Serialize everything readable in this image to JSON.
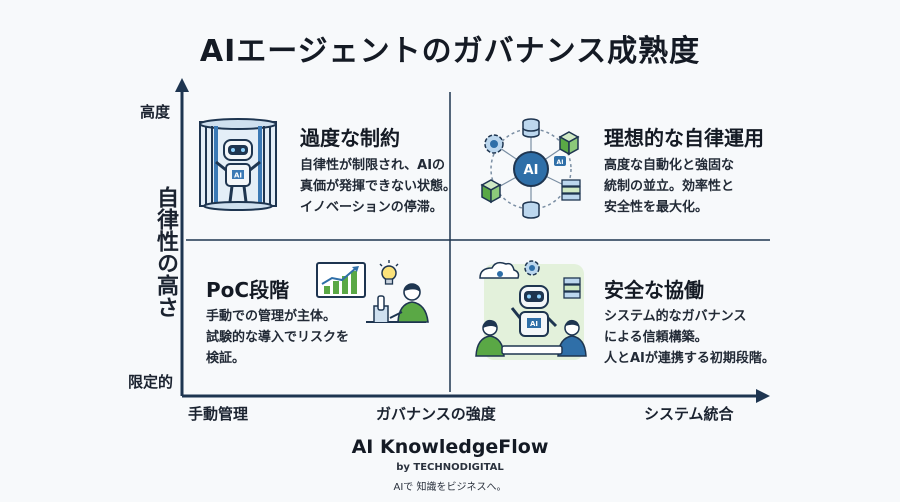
{
  "title": "AIエージェントのガバナンス成熟度",
  "y_axis": {
    "title": "自律性の高さ",
    "high": "高度",
    "low": "限定的"
  },
  "x_axis": {
    "title": "ガバナンスの強度",
    "left": "手動管理",
    "right": "システム統合"
  },
  "quadrants": {
    "top_left": {
      "title": "過度な制約",
      "text": "自律性が制限され、AIの\n真価が発揮できない状態。\nイノベーションの停滞。",
      "badge": "AI"
    },
    "top_right": {
      "title": "理想的な自律運用",
      "text": "高度な自動化と強固な\n統制の並立。効率性と\n安全性を最大化。",
      "badge": "AI",
      "node_badge": "AI"
    },
    "bottom_left": {
      "title": "PoC段階",
      "text": "手動での管理が主体。\n試験的な導入でリスクを\n検証。"
    },
    "bottom_right": {
      "title": "安全な協働",
      "text": "システム的なガバナンス\nによる信頼構築。\n人とAIが連携する初期段階。",
      "badge": "AI"
    }
  },
  "brand": {
    "name": "AI KnowledgeFlow",
    "by": "by TECHNODIGITAL",
    "tagline": "AIで 知識をビジネスへ。"
  },
  "colors": {
    "axis": "#1e3550",
    "accent_blue": "#2f6fa8",
    "accent_green": "#5aa845",
    "light_blue": "#bcd7ee",
    "light_green": "#cfe9c4"
  },
  "icons": [
    "caged-robot-icon",
    "ai-network-icon",
    "growth-chart-icon",
    "lightbulb-icon",
    "worker-icon",
    "collaboration-robot-icon"
  ]
}
